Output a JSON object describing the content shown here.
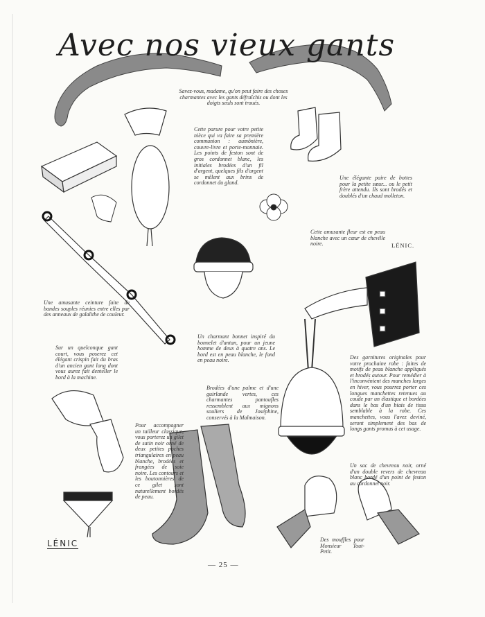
{
  "title": "Avec nos vieux gants",
  "intro": "Savez-vous, madame, qu'on peut faire des choses charmantes avec les gants défraîchis ou dont les doigts seuls sont troués.",
  "captions": {
    "communion": "Cette parure pour votre petite nièce qui va faire sa première communion : aumônière, couvre-livre et porte-monnaie. Les points de feston sont de gros cordonnet blanc, les initiales brodées d'un fil d'argent, quelques fils d'argent se mêlent aux brins de cordonnet du gland.",
    "boots": "Une élégante paire de bottes pour la petite sœur... ou le petit frère attendu. Ils sont brodés et doublés d'un chaud molleton.",
    "flower": "Cette amusante fleur est en peau blanche avec un cœur de cheville noire.",
    "belt": "Une amusante ceinture faite de bandes souples réunies entre elles par des anneaux de galalithe de couleur.",
    "glove": "Sur un quelconque gant court, vous poserez cet élégant crispin fait du bras d'un ancien gant long dont vous aurez fait denteller le bord à la machine.",
    "bonnet": "Un charmant bonnet inspiré du bonnelet d'antan, pour un jeune homme de deux à quatre ans. Le bord est en peau blanche, le fond en peau noire.",
    "slippers": "Brodées d'une palme et d'une guirlande vertes, ces charmantes pantoufles ressemblent aux mignons souliers de Joséphine, conservés à la Malmaison.",
    "gilet": "Pour accompagner un tailleur classique, vous porterez un gilet de satin noir orné de deux petites poches triangulaires en peau blanche, brodées et frangées de soie noire. Les contours et les boutonnières de ce gilet sont naturellement bordés de peau.",
    "garnitures": "Des garnitures originales pour votre prochaine robe : faites de motifs de peau blanche appliqués et brodés autour. Pour remédier à l'inconvénient des manches larges en hiver, vous pourrez porter ces longues manchettes retenues au coude par un élastique et bordées dans le bas d'un biais de tissu semblable à la robe. Ces manchettes, vous l'avez deviné, seront simplement des bas de longs gants promus à cet usage.",
    "bag": "Un sac de chevreau noir, orné d'un double revers de chevreau blanc bordé d'un point de feston au cordonnet noir.",
    "mittens": "Des mouffles pour Monsieur Tout-Petit."
  },
  "signature_top": "LÉNIC.",
  "signature_bottom": "LÉNIC",
  "page_number": "— 25 —"
}
